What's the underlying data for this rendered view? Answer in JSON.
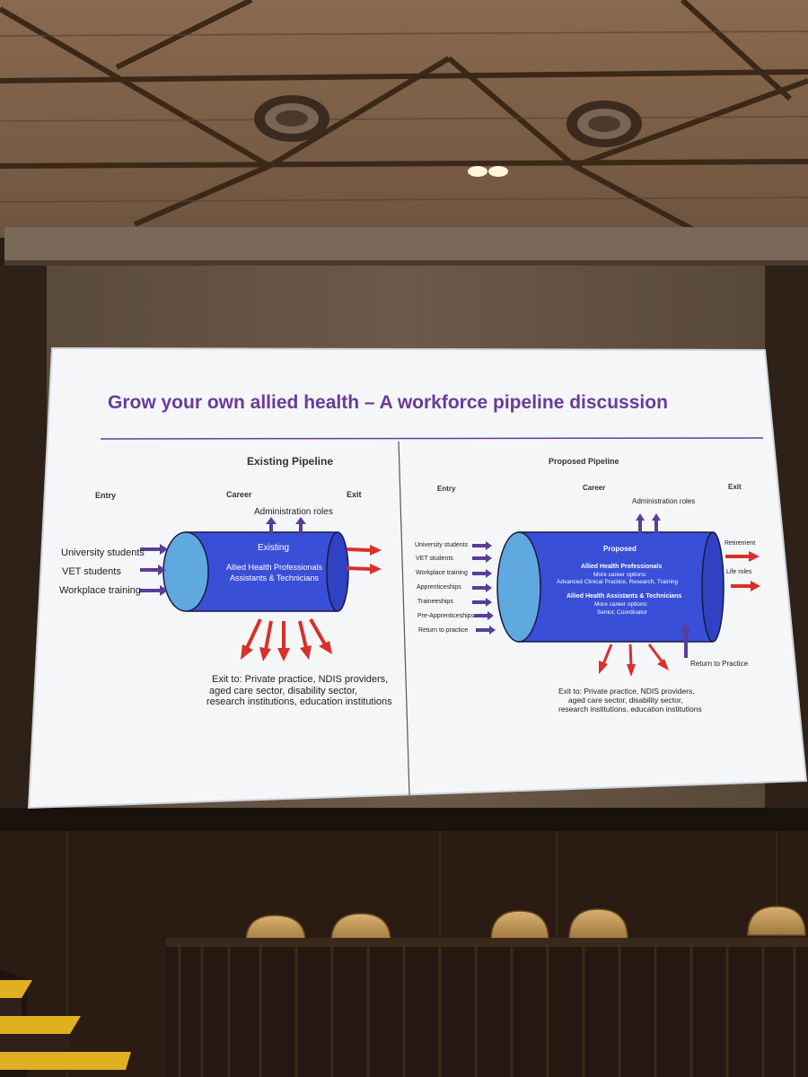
{
  "slide": {
    "title": "Grow your own allied health – A workforce pipeline discussion",
    "accent_color": "#6b3a9a",
    "left": {
      "heading": "Existing Pipeline",
      "col_entry": "Entry",
      "col_career": "Career",
      "col_exit": "Exit",
      "entries": [
        "University students",
        "VET students",
        "Workplace training"
      ],
      "admin": "Administration roles",
      "pipe_title": "Existing",
      "pipe_line1": "Allied Health Professionals",
      "pipe_line2": "Assistants & Technicians",
      "exit_lines": [
        "Exit to: Private practice, NDIS providers,",
        "aged care sector, disability sector,",
        "research institutions, education institutions"
      ]
    },
    "right": {
      "heading": "Proposed Pipeline",
      "col_entry": "Entry",
      "col_career": "Career",
      "col_exit": "Exit",
      "entries": [
        "University students",
        "VET students",
        "Workplace training",
        "Apprenticeships",
        "Traineeships",
        "Pre-Apprenticeships",
        "Return to practice"
      ],
      "admin": "Administration roles",
      "pipe_title": "Proposed",
      "pipe_l1": "Allied Health Professionals",
      "pipe_l2": "More career options:",
      "pipe_l3": "Advanced Clinical Practice, Research, Training",
      "pipe_l4": "Allied Health Assistants & Technicians",
      "pipe_l5": "More career options:",
      "pipe_l6": "Senior, Coordinator",
      "exit_right": [
        "Retirement",
        "Life roles"
      ],
      "return": "Return to Practice",
      "exit_lines": [
        "Exit to: Private practice, NDIS providers,",
        "aged care sector, disability sector,",
        "research institutions, education institutions"
      ]
    }
  },
  "colors": {
    "pipe_blue": "#3a4fd8",
    "pipe_end": "#5fa8e0",
    "arrow_purple": "#5a3d9a",
    "arrow_red": "#d8302a"
  }
}
